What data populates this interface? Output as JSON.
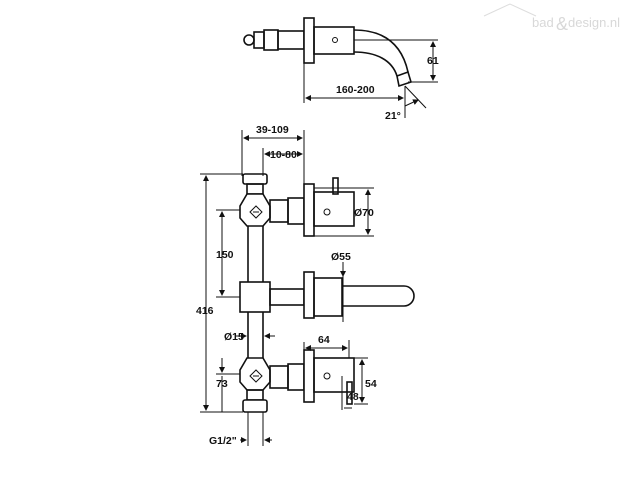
{
  "watermark": {
    "brand_left": "bad",
    "ampersand": "&",
    "brand_right": "design.nl"
  },
  "side_view": {
    "height_dim": "61",
    "projection_dim": "160-200",
    "angle_dim": "21°"
  },
  "front_view": {
    "handle_offset_dim": "39-109",
    "wall_offset_dim": "10-80",
    "rosette_dia_dim": "Ø70",
    "spout_rosette_dia_dim": "Ø55",
    "spacing_dim": "150",
    "total_height_dim": "416",
    "pipe_dia_dim": "Ø15",
    "spout_to_handle_dim": "64",
    "lower_height_dim": "73",
    "handle_height_dim": "54",
    "rosette_height_dim": "48",
    "thread_dim": "G1/2\""
  }
}
